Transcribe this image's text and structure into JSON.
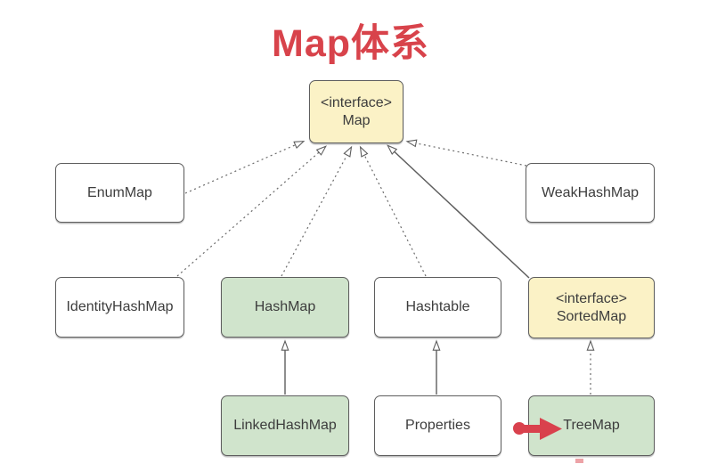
{
  "title": "Map体系",
  "colors": {
    "title_red": "#d8434b",
    "interface_fill": "#fbf2c6",
    "highlight_green_fill": "#d0e4cc",
    "class_fill": "#ffffff",
    "border_gray": "#5e5e5e",
    "text_gray": "#3d3d3d",
    "pointer_red": "#d9414d"
  },
  "nodes": {
    "map": {
      "stereotype": "<interface>",
      "label": "Map",
      "kind": "interface"
    },
    "enum_map": {
      "label": "EnumMap",
      "kind": "class"
    },
    "weak_hash_map": {
      "label": "WeakHashMap",
      "kind": "class"
    },
    "identity_hash_map": {
      "label": "IdentityHashMap",
      "kind": "class"
    },
    "hash_map": {
      "label": "HashMap",
      "kind": "class-highlighted"
    },
    "hashtable": {
      "label": "Hashtable",
      "kind": "class"
    },
    "sorted_map": {
      "stereotype": "<interface>",
      "label": "SortedMap",
      "kind": "interface"
    },
    "linked_hash_map": {
      "label": "LinkedHashMap",
      "kind": "class-highlighted"
    },
    "properties": {
      "label": "Properties",
      "kind": "class"
    },
    "tree_map": {
      "label": "TreeMap",
      "kind": "class-highlighted"
    }
  },
  "edges": [
    {
      "from": "EnumMap",
      "to": "Map",
      "style": "dotted",
      "arrow": "hollow-triangle"
    },
    {
      "from": "IdentityHashMap",
      "to": "Map",
      "style": "dotted",
      "arrow": "hollow-triangle"
    },
    {
      "from": "HashMap",
      "to": "Map",
      "style": "dotted",
      "arrow": "hollow-triangle"
    },
    {
      "from": "Hashtable",
      "to": "Map",
      "style": "dotted",
      "arrow": "hollow-triangle"
    },
    {
      "from": "SortedMap",
      "to": "Map",
      "style": "solid",
      "arrow": "hollow-triangle"
    },
    {
      "from": "WeakHashMap",
      "to": "Map",
      "style": "dotted",
      "arrow": "hollow-triangle"
    },
    {
      "from": "LinkedHashMap",
      "to": "HashMap",
      "style": "solid",
      "arrow": "hollow-triangle"
    },
    {
      "from": "Properties",
      "to": "Hashtable",
      "style": "solid",
      "arrow": "hollow-triangle"
    },
    {
      "from": "TreeMap",
      "to": "SortedMap",
      "style": "dotted",
      "arrow": "hollow-triangle"
    }
  ],
  "annotations": {
    "pointer_target": "TreeMap"
  }
}
